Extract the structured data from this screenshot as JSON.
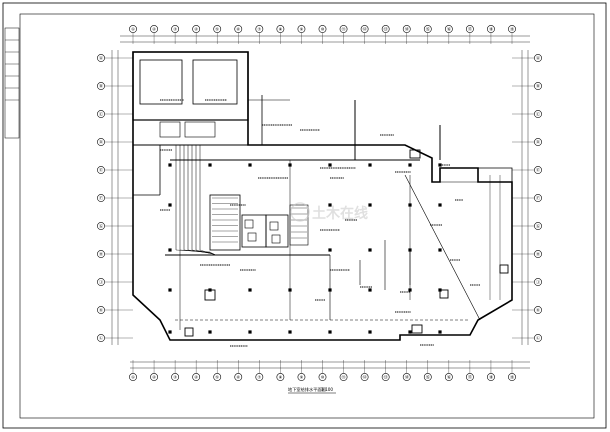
{
  "drawing": {
    "title": "地下室给排水平面图",
    "scale": "1:100",
    "watermark": "土木在线"
  },
  "grid": {
    "top_labels": [
      "①",
      "②",
      "③",
      "④",
      "⑤",
      "⑥",
      "⑦",
      "⑧",
      "⑨",
      "⑩",
      "⑪",
      "⑫",
      "⑬",
      "⑭",
      "⑮",
      "⑯",
      "⑰",
      "⑱",
      "⑲"
    ],
    "left_labels": [
      "Ⓐ",
      "Ⓑ",
      "Ⓒ",
      "Ⓓ",
      "Ⓔ",
      "Ⓕ",
      "Ⓖ",
      "Ⓗ",
      "Ⓙ",
      "Ⓚ",
      "Ⓛ"
    ]
  },
  "colors": {
    "line": "#000000",
    "watermark": "#c8c8c8",
    "background": "#ffffff"
  }
}
